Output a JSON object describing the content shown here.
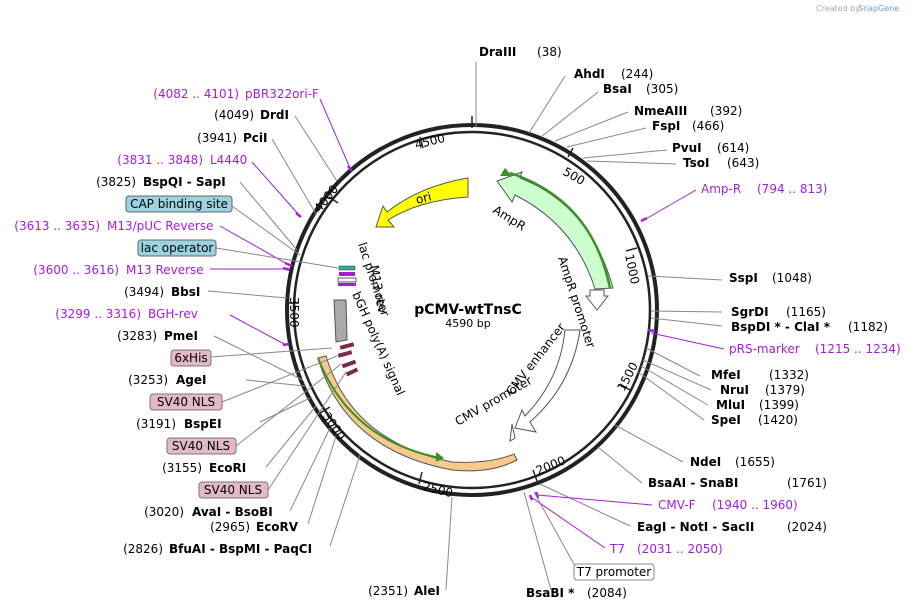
{
  "credit": {
    "created_by": "Created by",
    "app": "SnapGene"
  },
  "plasmid": {
    "name": "pCMV-wtTnsC",
    "length": "4590 bp"
  },
  "ticks": [
    "500",
    "1000",
    "1500",
    "2000",
    "2500",
    "3000",
    "3500",
    "4000",
    "4500"
  ],
  "features": {
    "ori": "ori",
    "ampr": "AmpR",
    "ampr_promoter": "AmpR promoter",
    "cmv_enhancer": "CMV enhancer",
    "cmv_promoter": "CMV promoter",
    "bgh_polya": "bGH poly(A) signal",
    "lac_promoter": "lac promoter",
    "m13_rev": "M13 rev"
  },
  "sites": [
    {
      "name": "DraIII",
      "pos": "(38)"
    },
    {
      "name": "AhdI",
      "pos": "(244)"
    },
    {
      "name": "BsaI",
      "pos": "(305)"
    },
    {
      "name": "NmeAIII",
      "pos": "(392)"
    },
    {
      "name": "FspI",
      "pos": "(466)"
    },
    {
      "name": "PvuI",
      "pos": "(614)"
    },
    {
      "name": "TsoI",
      "pos": "(643)"
    },
    {
      "name": "SspI",
      "pos": "(1048)"
    },
    {
      "name": "SgrDI",
      "pos": "(1165)"
    },
    {
      "name": "BspDI *  -  ClaI *",
      "pos": "(1182)"
    },
    {
      "name": "MfeI",
      "pos": "(1332)"
    },
    {
      "name": "NruI",
      "pos": "(1379)"
    },
    {
      "name": "MluI",
      "pos": "(1399)"
    },
    {
      "name": "SpeI",
      "pos": "(1420)"
    },
    {
      "name": "NdeI",
      "pos": "(1655)"
    },
    {
      "name": "BsaAI  -  SnaBI",
      "pos": "(1761)"
    },
    {
      "name": "EagI  -  NotI  -  SacII",
      "pos": "(2024)"
    },
    {
      "name": "BsaBI *",
      "pos": "(2084)"
    },
    {
      "name": "AleI",
      "pos": "(2351)"
    },
    {
      "name": "BfuAI  -  BspMI  -  PaqCI",
      "pos": "(2826)"
    },
    {
      "name": "EcoRV",
      "pos": "(2965)"
    },
    {
      "name": "AvaI  -  BsoBI",
      "pos": "(3020)"
    },
    {
      "name": "EcoRI",
      "pos": "(3155)"
    },
    {
      "name": "BspEI",
      "pos": "(3191)"
    },
    {
      "name": "AgeI",
      "pos": "(3253)"
    },
    {
      "name": "PmeI",
      "pos": "(3283)"
    },
    {
      "name": "BbsI",
      "pos": "(3494)"
    },
    {
      "name": "BspQI  -  SapI",
      "pos": "(3825)"
    },
    {
      "name": "PciI",
      "pos": "(3941)"
    },
    {
      "name": "DrdI",
      "pos": "(4049)"
    }
  ],
  "primers": [
    {
      "name": "Amp-R",
      "range": "(794 .. 813)"
    },
    {
      "name": "pRS-marker",
      "range": "(1215 .. 1234)"
    },
    {
      "name": "CMV-F",
      "range": "(1940 .. 1960)"
    },
    {
      "name": "T7",
      "range": "(2031 .. 2050)"
    },
    {
      "name": "BGH-rev",
      "range": "(3299 .. 3316)"
    },
    {
      "name": "M13 Reverse",
      "range": "(3600 .. 3616)"
    },
    {
      "name": "M13/pUC Reverse",
      "range": "(3613 .. 3635)"
    },
    {
      "name": "L4440",
      "range": "(3831 .. 3848)"
    },
    {
      "name": "pBR322ori-F",
      "range": "(4082 .. 4101)"
    }
  ],
  "boxes": {
    "t7_promoter": "T7 promoter",
    "cap_binding_site": "CAP binding site",
    "lac_operator": "lac operator",
    "his6": "6xHis",
    "nls1": "SV40 NLS",
    "nls2": "SV40 NLS",
    "nls3": "SV40 NLS"
  },
  "colors": {
    "ori": "#ffff00",
    "ampr": "#ccffcc",
    "primer": "#a31fd6",
    "misc_box": "#e4b8cb",
    "regulatory_box": "#9bd3e3",
    "cds_orange": "#f7c98a"
  }
}
